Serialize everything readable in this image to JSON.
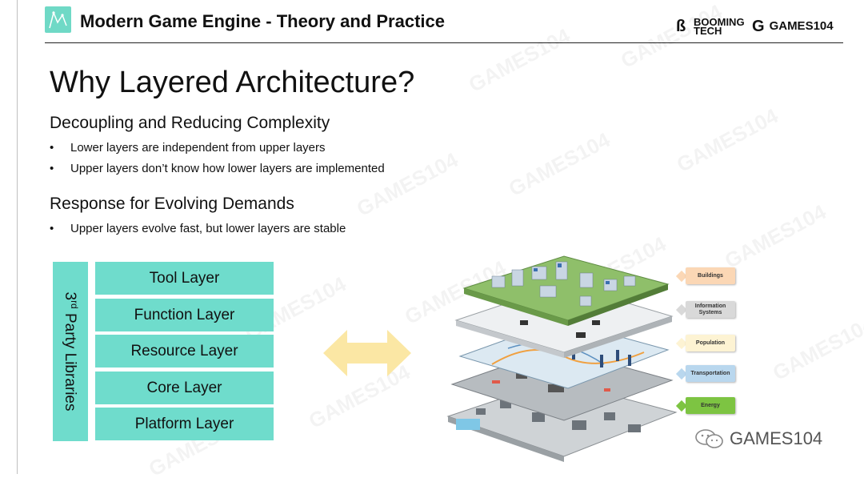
{
  "header": {
    "title": "Modern Game Engine - Theory and Practice",
    "brand_booming": "BOOMING TECH",
    "brand_games": "GAMES104"
  },
  "slide": {
    "title": "Why Layered Architecture?",
    "sections": [
      {
        "heading": "Decoupling and Reducing Complexity",
        "bullets": [
          "Lower layers are independent from upper layers",
          "Upper layers don’t know how lower layers are implemented"
        ]
      },
      {
        "heading": "Response for Evolving Demands",
        "bullets": [
          "Upper layers evolve fast, but lower layers are stable"
        ]
      }
    ]
  },
  "diagram": {
    "side_label": "3rd Party Libraries",
    "layers": [
      "Tool Layer",
      "Function Layer",
      "Resource Layer",
      "Core Layer",
      "Platform Layer"
    ],
    "accent_color": "#6fdccc",
    "arrow_color": "#fbe7a4"
  },
  "illustration": {
    "tags": [
      {
        "label": "Buildings",
        "color": "#fbd7b5"
      },
      {
        "label": "Information Systems",
        "color": "#d9d9d9"
      },
      {
        "label": "Population",
        "color": "#fdf3d3"
      },
      {
        "label": "Transportation",
        "color": "#b9d7ee"
      },
      {
        "label": "Energy",
        "color": "#7dc442"
      }
    ]
  },
  "watermark": "GAMES104",
  "wechat_label": "GAMES104"
}
